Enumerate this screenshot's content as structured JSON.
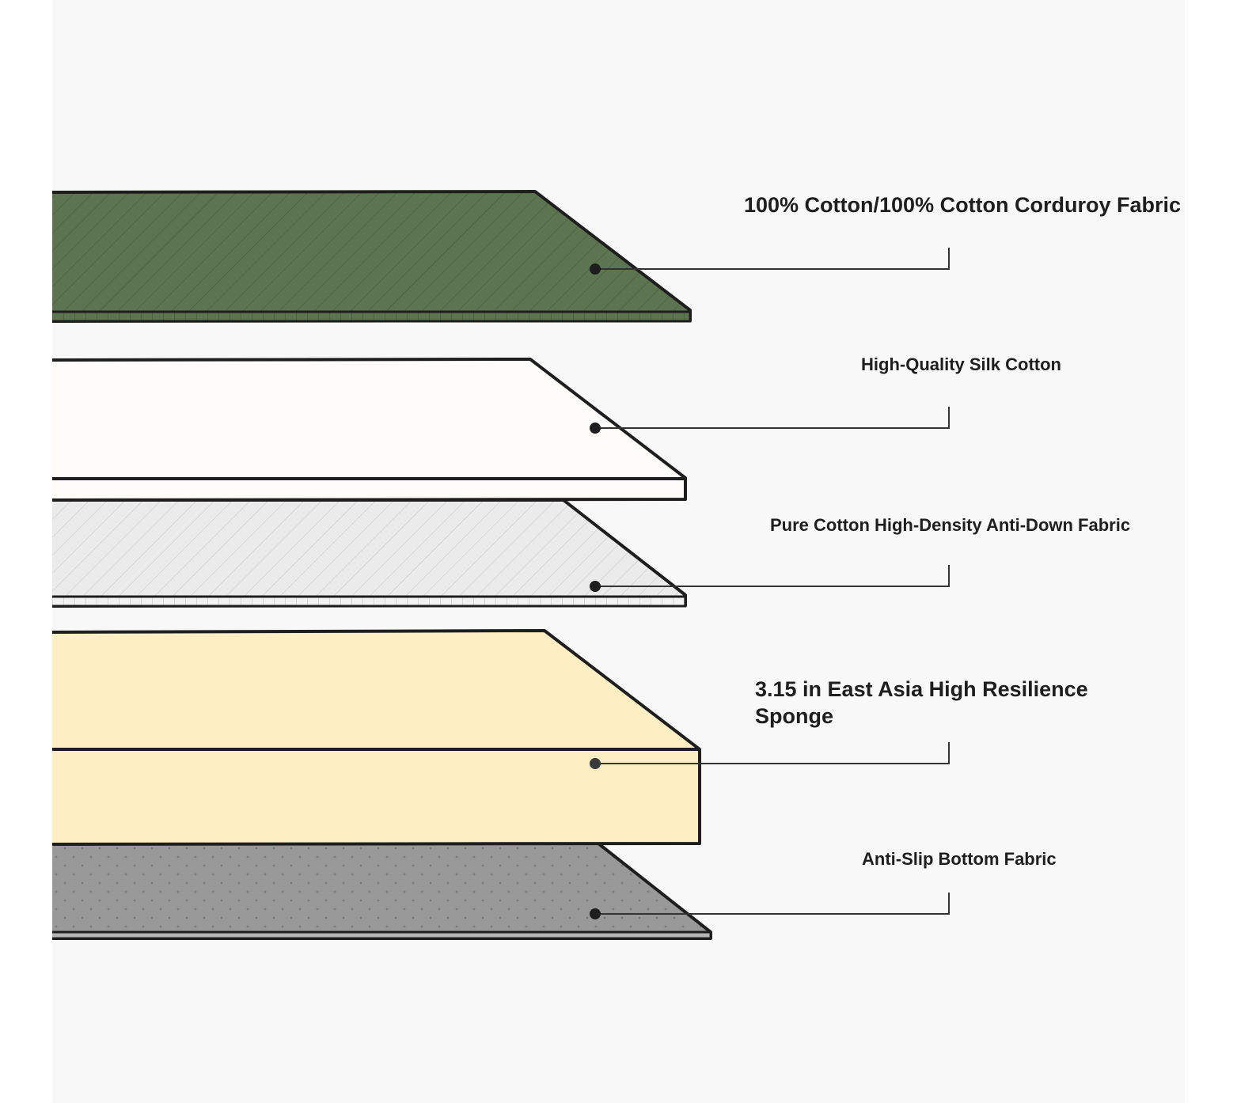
{
  "layers": [
    {
      "id": "corduroy",
      "label": "100% Cotton/100% Cotton Corduroy Fabric",
      "fill": "#5d7451",
      "pattern": "stripes"
    },
    {
      "id": "silk",
      "label": "High-Quality Silk Cotton",
      "fill": "#fdfcf9",
      "pattern": "none"
    },
    {
      "id": "antidown",
      "label": "Pure Cotton High-Density Anti-Down Fabric",
      "fill": "#ebebeb",
      "pattern": "stripes"
    },
    {
      "id": "sponge",
      "label": "3.15 in East Asia High Resilience Sponge",
      "fill": "#feeec4",
      "pattern": "none"
    },
    {
      "id": "bottom",
      "label": "Anti-Slip Bottom Fabric",
      "fill": "#999999",
      "pattern": "dots"
    }
  ],
  "colors": {
    "background": "#f8f8f8",
    "outline": "#1e1e1e",
    "leader": "#333333"
  }
}
